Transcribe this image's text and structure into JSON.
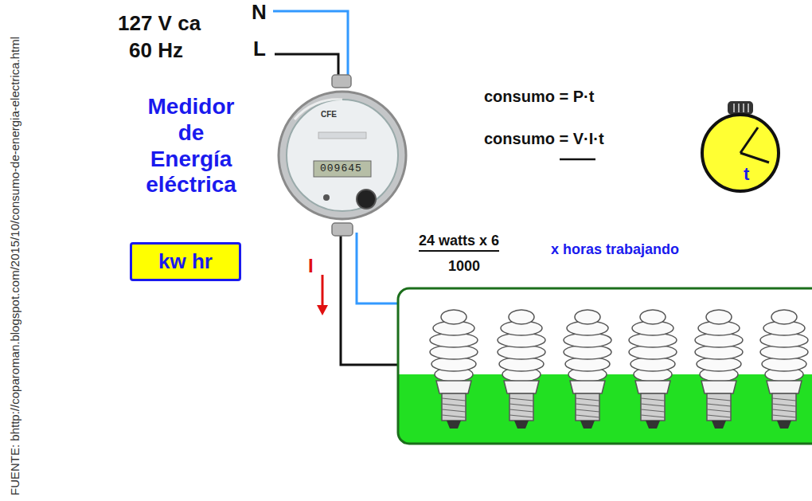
{
  "diagram": {
    "nodes": [
      {
        "text": [
          "kw hr"
        ]
      }
    ],
    "labels": [
      "127 V ca",
      "60 Hz",
      "N",
      "L",
      "Medidor de Energía eléctrica",
      "CFE",
      "009645",
      "consumo = P·t",
      "consumo = V·I·t",
      "t",
      "I",
      "24 watts x 6",
      "1000",
      "x horas trabajando",
      "FUENTE:  bhttp://coparoman.blogspot.com/2015/10/consumo-de-energia-electrica.html"
    ]
  }
}
